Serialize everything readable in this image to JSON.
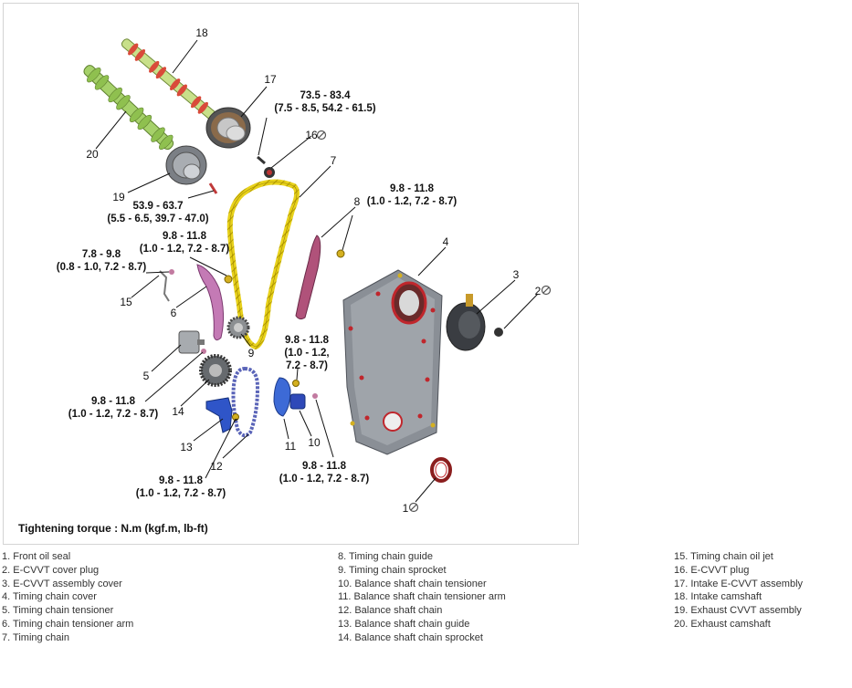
{
  "diagram": {
    "callouts": [
      "1",
      "2",
      "3",
      "4",
      "5",
      "6",
      "7",
      "8",
      "9",
      "10",
      "11",
      "12",
      "13",
      "14",
      "15",
      "16",
      "17",
      "18",
      "19",
      "20"
    ],
    "torques": {
      "t17": [
        "73.5 - 83.4",
        "(7.5 - 8.5, 54.2 - 61.5)"
      ],
      "t19": [
        "53.9 - 63.7",
        "(5.5 - 6.5, 39.7 - 47.0)"
      ],
      "t6": [
        "9.8 - 11.8",
        "(1.0 - 1.2, 7.2 - 8.7)"
      ],
      "t8": [
        "9.8 - 11.8",
        "(1.0 - 1.2, 7.2 - 8.7)"
      ],
      "t15": [
        "7.8 - 9.8",
        "(0.8 - 1.0, 7.2 - 8.7)"
      ],
      "t11": [
        "9.8 - 11.8",
        "(1.0 - 1.2,",
        "7.2 - 8.7)"
      ],
      "t5": [
        "9.8 - 11.8",
        "(1.0 - 1.2, 7.2 - 8.7)"
      ],
      "t13": [
        "9.8 - 11.8",
        "(1.0 - 1.2, 7.2 - 8.7)"
      ],
      "t10": [
        "9.8 - 11.8",
        "(1.0 - 1.2, 7.2 - 8.7)"
      ]
    },
    "caption": "Tightening torque : N.m (kgf.m, lb-ft)"
  },
  "legend": {
    "col1": [
      "1. Front oil seal",
      "2. E-CVVT cover plug",
      "3. E-CVVT assembly cover",
      "4. Timing chain cover",
      "5. Timing chain tensioner",
      "6. Timing chain tensioner arm",
      "7. Timing chain"
    ],
    "col2": [
      "8. Timing chain guide",
      "9. Timing chain sprocket",
      "10. Balance shaft chain tensioner",
      "11. Balance shaft chain tensioner arm",
      "12. Balance shaft chain",
      "13. Balance shaft chain guide",
      "14. Balance shaft chain sprocket"
    ],
    "col3": [
      "15. Timing chain oil jet",
      "16. E-CVVT plug",
      "17. Intake E-CVVT assembly",
      "18. Intake camshaft",
      "19. Exhaust CVVT assembly",
      "20. Exhaust camshaft"
    ]
  },
  "colors": {
    "intake_camshaft": "#c8e08a",
    "exhaust_camshaft": "#a6d16a",
    "cam_lobe": "#d94a3a",
    "timing_chain": "#e0c21a",
    "chain_guide": "#b0527a",
    "cover": "#8a8f96",
    "cover_accent": "#c0262c",
    "balance_guide": "#2f55c8",
    "balance_chain": "#5a64b8"
  }
}
